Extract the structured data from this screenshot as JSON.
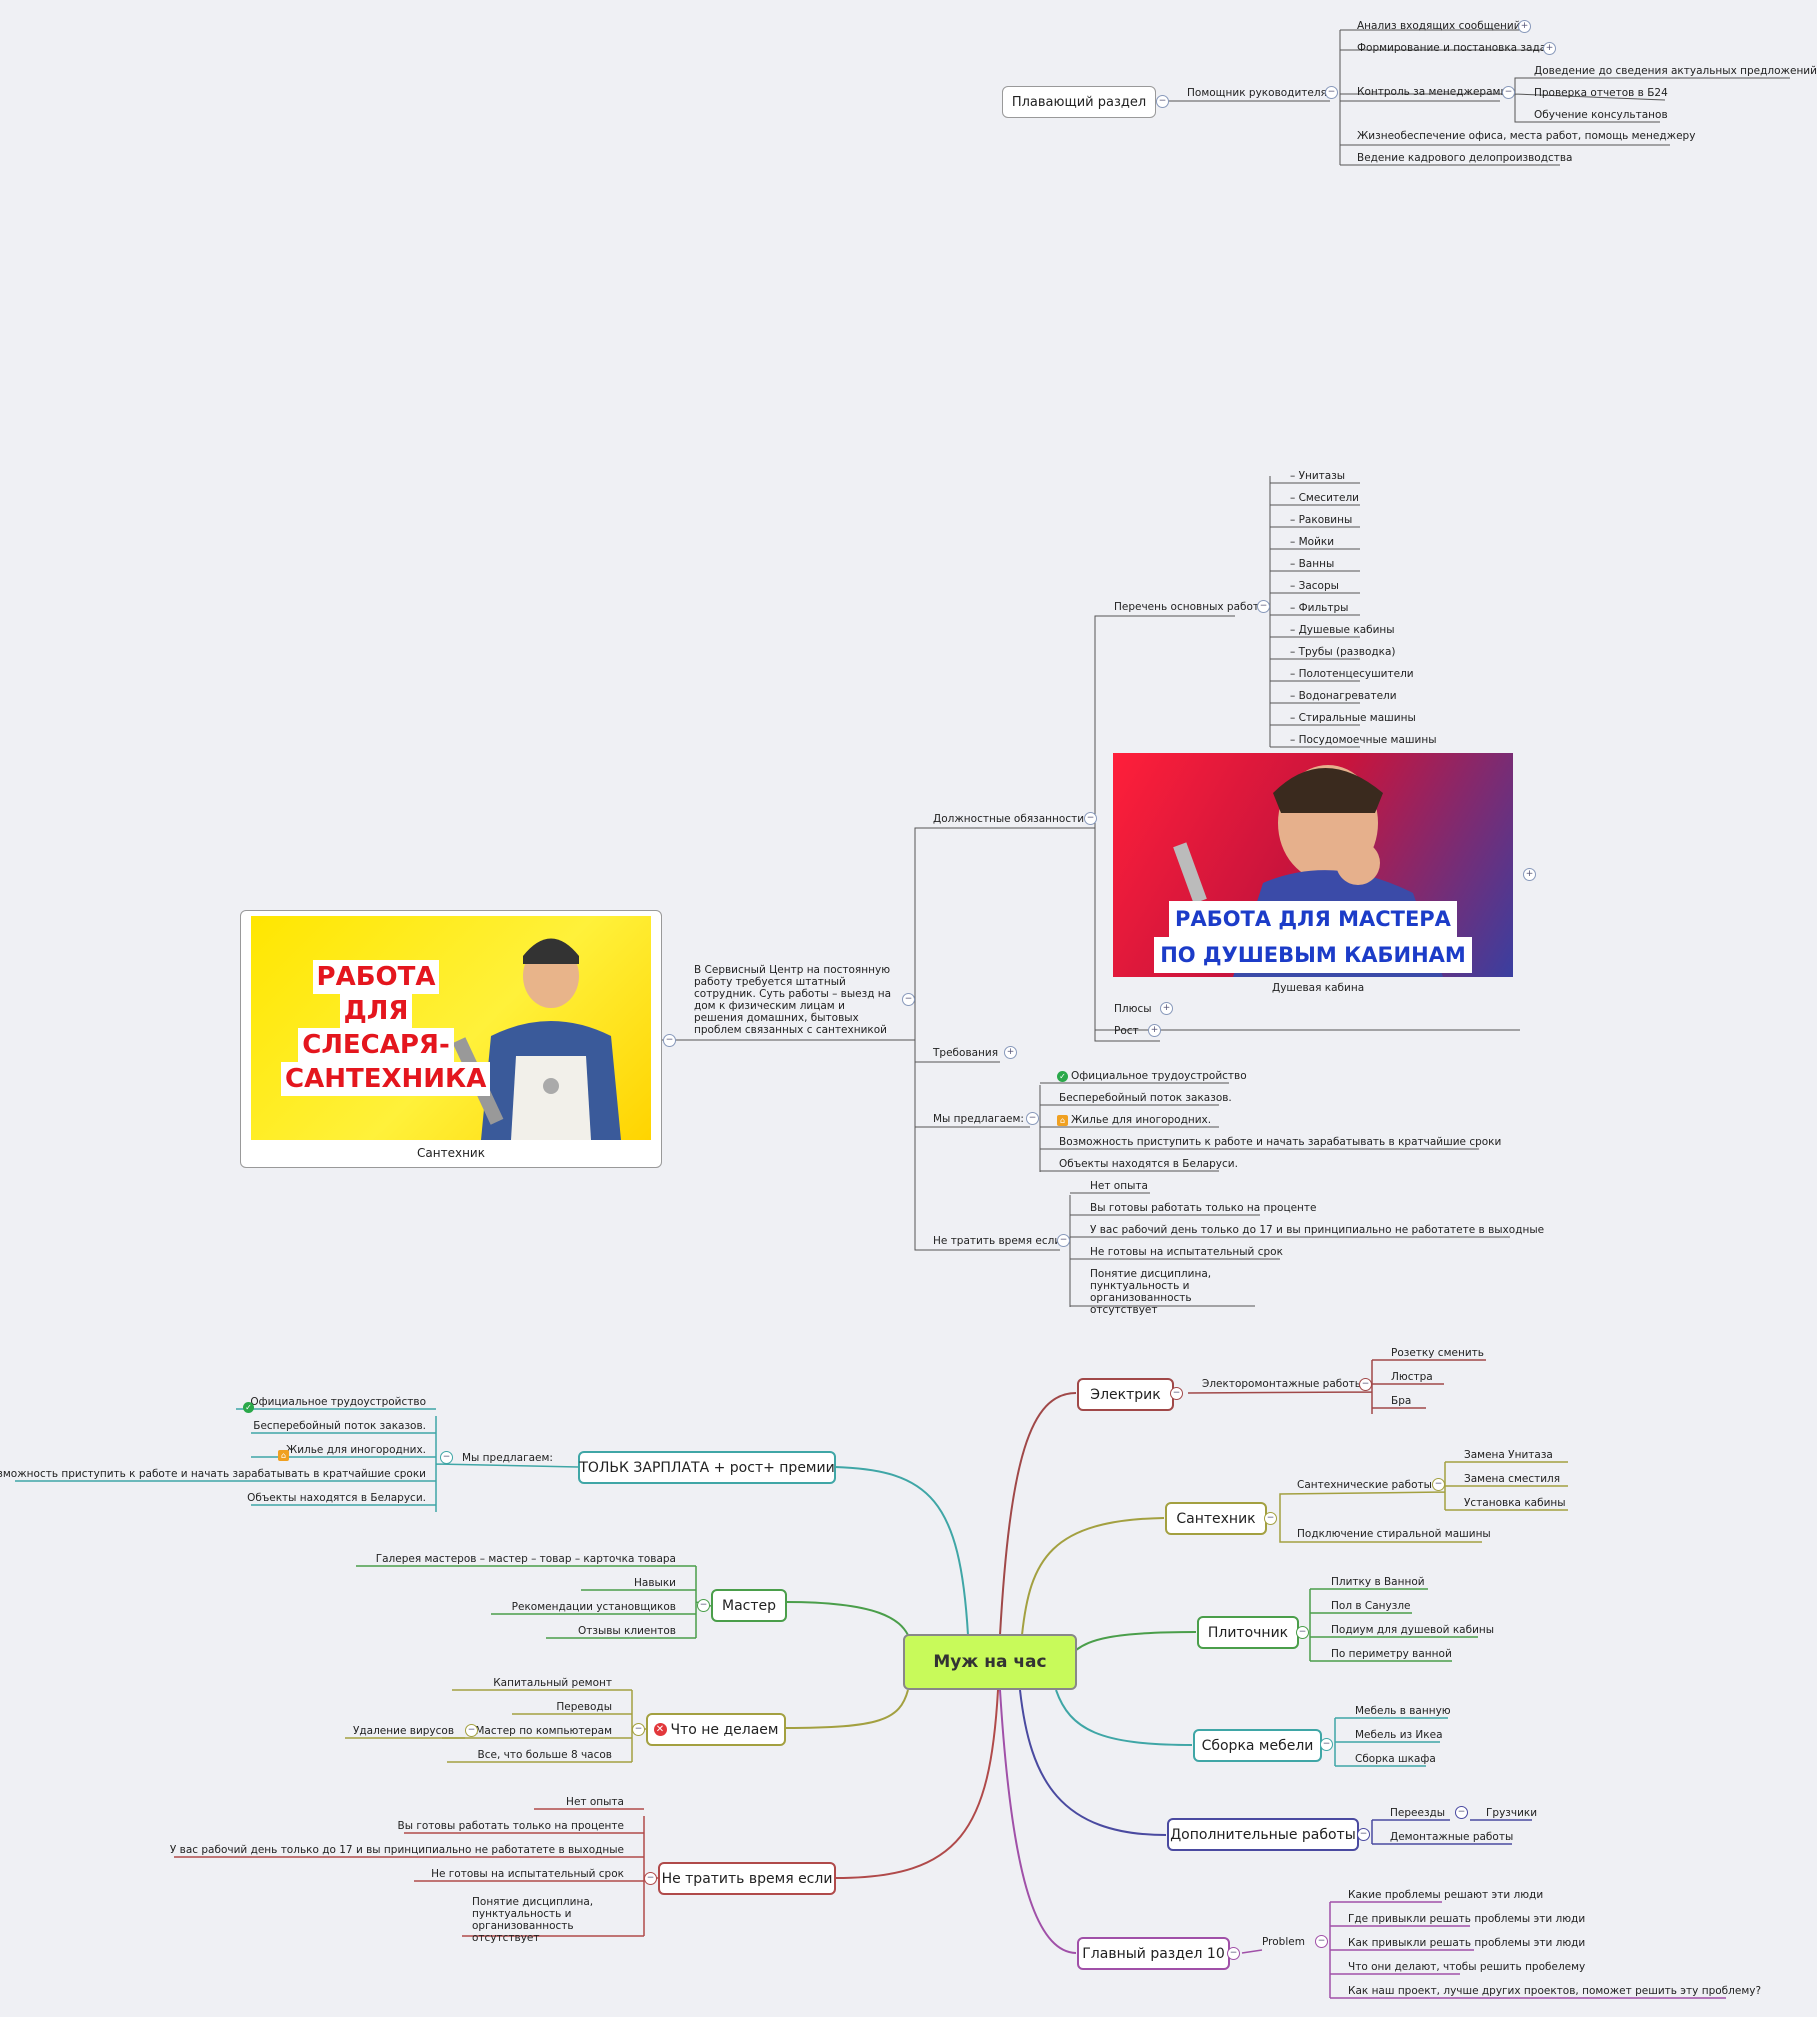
{
  "top": {
    "floating": "Плавающий раздел",
    "assistant": "Помощник руководителя",
    "items": [
      "Анализ входящих сообщений",
      "Формирование и постановка задач",
      "Контроль за менеджерами",
      "Жизнеобеспечение офиса, места работ, помощь менеджеру",
      "Ведение кадрового делопроизводства"
    ],
    "managers": [
      "Доведение до сведения  актуальных предложений",
      "Проверка отчетов в Б24",
      "Обучение консультанов"
    ]
  },
  "plumber": {
    "caption": "Сантехник",
    "banner": [
      "РАБОТА",
      "ДЛЯ",
      "СЛЕСАРЯ-",
      "САНТЕХНИКА"
    ],
    "description": "В Сервисный Центр на постоянную работу требуется штатный сотрудник. Суть работы – выезд на дом к физическим лицам и решения домашних, бытовых проблем связанных с сантехникой",
    "duties": "Должностные обязанности:",
    "works_label": "Перечень основных работ",
    "works": [
      "– Унитазы",
      "– Смесители",
      "– Раковины",
      "– Мойки",
      "– Ванны",
      "– Засоры",
      "– Фильтры",
      "– Душевые кабины",
      "– Трубы (разводка)",
      "– Полотенцесушители",
      "– Водонагреватели",
      "– Стиральные машины",
      "– Посудомоечные машины"
    ],
    "shower_caption": "Душевая кабина",
    "shower_banner": [
      "РАБОТА ДЛЯ МАСТЕРА",
      "ПО ДУШЕВЫМ КАБИНАМ"
    ],
    "pluses": "Плюсы",
    "growth": "Рост",
    "requirements": "Требования",
    "offer_label": "Мы предлагаем:",
    "offer": [
      "Официальное трудоустройство",
      "Бесперебойный поток заказов.",
      "Жилье для иногородних.",
      "Возможность приступить к работе и начать зарабатывать в кратчайшие сроки",
      "Объекты находятся в Беларуси."
    ],
    "nowaste_label": "Не тратить время если",
    "nowaste": [
      "Нет опыта",
      "Вы готовы работать только на проценте",
      "У вас рабочий день только до 17 и вы принципиально не работатете в выходные",
      "Не готовы на испытательный срок",
      "Понятие дисциплина, пунктуальность и организованность отсутствует"
    ]
  },
  "main": {
    "center": "Муж на час",
    "salary": "ТОЛЬК ЗАРПЛАТА + рост+ премии",
    "salary_offer_label": "Мы предлагаем:",
    "salary_offer": [
      "Официальное трудоустройство",
      "Бесперебойный поток заказов.",
      "Жилье для иногородних.",
      "Возможность приступить к работе и начать зарабатывать в кратчайшие сроки",
      "Объекты находятся в Беларуси."
    ],
    "master": "Мастер",
    "master_items": [
      "Галерея мастеров – мастер – товар – карточка товара",
      "Навыки",
      "Рекомендации установщиков",
      "Отзывы клиентов"
    ],
    "notdo": "Что не делаем",
    "notdo_items": [
      "Капитальный ремонт",
      "Переводы",
      "Мастер по компьютерам",
      "Все, что больше 8 часов"
    ],
    "virus": "Удаление вирусов",
    "nowaste": "Не тратить время если",
    "nowaste_items": [
      "Нет опыта",
      "Вы готовы работать только на проценте",
      "У вас рабочий день только до 17 и вы принципиально не работатете в выходные",
      "Не готовы на испытательный срок",
      "Понятие дисциплина, пунктуальность и организованность отсутствует"
    ],
    "electric": "Электрик",
    "electric_sub": "Электоромонтажные работы",
    "electric_items": [
      "Розетку сменить",
      "Люстра",
      "Бра"
    ],
    "santech": "Сантехник",
    "santech_sub": "Сантехнические работы",
    "santech_items": [
      "Замена Унитаза",
      "Замена сместиля",
      "Установка кабины"
    ],
    "santech_extra": "Подключение стиральной машины",
    "tiler": "Плиточник",
    "tiler_items": [
      "Плитку в Ванной",
      "Пол в Санузле",
      "Подиум для душевой кабины",
      "По периметру ванной"
    ],
    "furniture": "Сборка мебели",
    "furniture_items": [
      "Мебель в ванную",
      "Мебель из Икеа",
      "Сборка шкафа"
    ],
    "extra": "Дополнительные работы",
    "extra_items": [
      "Переезды",
      "Демонтажные работы"
    ],
    "movers": "Грузчики",
    "section10": "Главный раздел 10",
    "problem": "Problem",
    "problem_items": [
      "Какие проблемы решают эти люди",
      "Где привыкли решать проблемы эти люди",
      "Как привыкли решать проблемы эти люди",
      "Что они делают, чтобы решить пробелему",
      "Как наш проект, лучше других проектов, поможет решить эту проблему?"
    ]
  },
  "colors": {
    "teal": "#3fa6a6",
    "green": "#4a9e4a",
    "olive": "#a3a040",
    "red": "#b04a4a",
    "brown": "#a04848",
    "navy": "#4a4aa0",
    "purple": "#a050a8",
    "gray": "#555"
  }
}
